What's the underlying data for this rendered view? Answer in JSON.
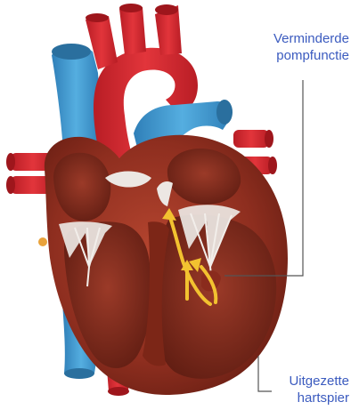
{
  "labels": {
    "reduced_pump": {
      "line1": "Verminderde",
      "line2": "pompfunctie"
    },
    "dilated_muscle": {
      "line1": "Uitgezette",
      "line2": "hartspier"
    }
  },
  "colors": {
    "label_text": "#3b5bbf",
    "leader_line": "#555555",
    "vein_blue": "#3e97cf",
    "artery_red": "#d62a31",
    "myocardium": "#8a2b1d",
    "chamber_inner": "#6a1f14",
    "valve_white": "#eae6e2",
    "flow_arrow": "#f2c230"
  },
  "icons": [
    "flow-arrow-icon"
  ]
}
